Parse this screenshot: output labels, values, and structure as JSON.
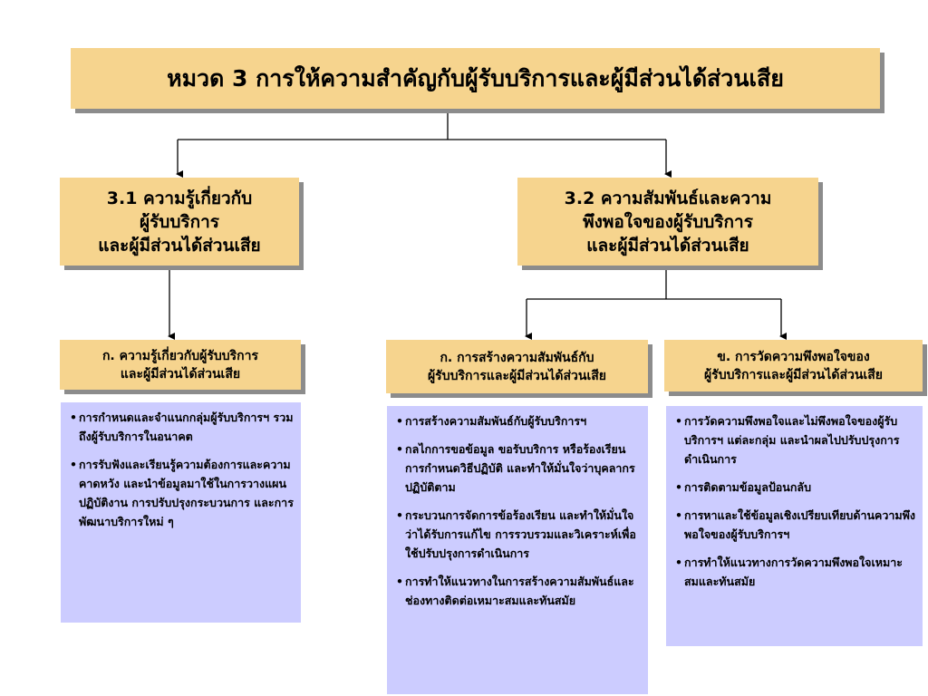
{
  "title": "หมวด 3 การให้ความสำคัญกับผู้รับบริการและผู้มีส่วนได้ส่วนเสีย",
  "section_31": {
    "lines": [
      "3.1 ความรู้เกี่ยวกับ",
      "ผู้รับบริการ",
      "และผู้มีส่วนได้ส่วนเสีย"
    ]
  },
  "section_32": {
    "lines": [
      "3.2 ความสัมพันธ์และความ",
      "พึงพอใจของผู้รับบริการ",
      "และผู้มีส่วนได้ส่วนเสีย"
    ]
  },
  "sub_31a": {
    "lines": [
      "ก. ความรู้เกี่ยวกับผู้รับบริการ",
      "และผู้มีส่วนได้ส่วนเสีย"
    ],
    "items": [
      "การกำหนดและจำแนกกลุ่มผู้รับบริการฯ รวมถึงผู้รับบริการในอนาคต",
      "การรับฟังและเรียนรู้ความต้องการและความคาดหวัง และนำข้อมูลมาใช้ในการวางแผนปฏิบัติงาน การปรับปรุงกระบวนการ และการพัฒนาบริการใหม่ ๆ"
    ]
  },
  "sub_32a": {
    "lines": [
      "ก. การสร้างความสัมพันธ์กับ",
      "ผู้รับบริการและผู้มีส่วนได้ส่วนเสีย"
    ],
    "items": [
      "การสร้างความสัมพันธ์กับผู้รับบริการฯ",
      "กลไกการขอข้อมูล ขอรับบริการ หรือร้องเรียน การกำหนดวิธีปฏิบัติ และทำให้มั่นใจว่าบุคลากรปฏิบัติตาม",
      "กระบวนการจัดการข้อร้องเรียน และทำให้มั่นใจว่าได้รับการแก้ไข การรวบรวมและวิเคราะห์เพื่อใช้ปรับปรุงการดำเนินการ",
      "การทำให้แนวทางในการสร้างความสัมพันธ์และช่องทางติดต่อเหมาะสมและทันสมัย"
    ]
  },
  "sub_32b": {
    "lines": [
      "ข. การวัดความพึงพอใจของ",
      "ผู้รับบริการและผู้มีส่วนได้ส่วนเสีย"
    ],
    "items": [
      "การวัดความพึงพอใจและไม่พึงพอใจของผู้รับบริการฯ แต่ละกลุ่ม และนำผลไปปรับปรุงการดำเนินการ",
      "การติดตามข้อมูลป้อนกลับ",
      "การหาและใช้ข้อมูลเชิงเปรียบเทียบด้านความพึงพอใจของผู้รับบริการฯ",
      "การทำให้แนวทางการวัดความพึงพอใจเหมาะสมและทันสมัย"
    ]
  }
}
